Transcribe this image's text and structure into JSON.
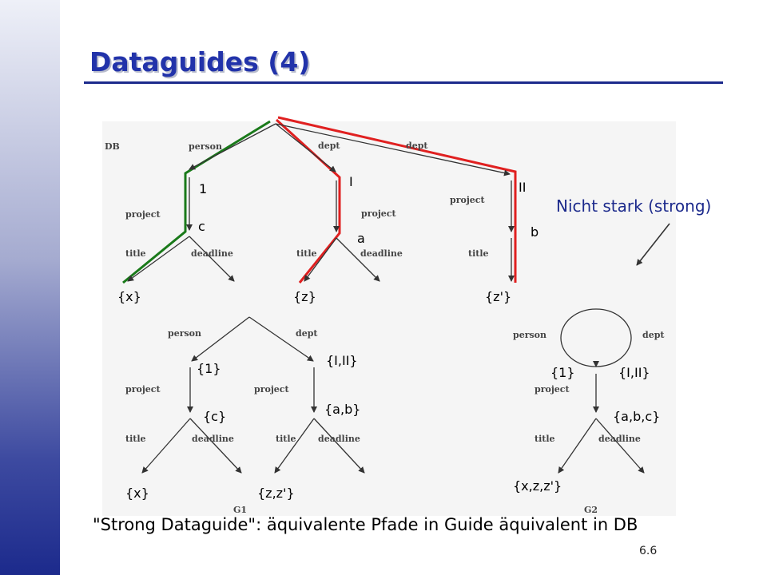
{
  "slide": {
    "title": "Dataguides (4)",
    "caption": "\"Strong Dataguide\": äquivalente Pfade in Guide äquivalent in DB",
    "page_number": "6.6",
    "annotation": "Nicht stark (strong)"
  },
  "db_graph": {
    "root_label": "DB",
    "edge_labels": {
      "person": "person",
      "dept1": "dept",
      "dept2": "dept",
      "project1": "project",
      "project2": "project",
      "project3": "project",
      "title1": "title",
      "deadline1": "deadline",
      "title2": "title",
      "deadline2": "deadline",
      "title3": "title"
    },
    "node_labels": {
      "n1": "1",
      "nI": "I",
      "nII": "II",
      "c": "c",
      "a": "a",
      "b": "b"
    },
    "leaf_values": {
      "x": "{x}",
      "z": "{z}",
      "zp": "{z'}"
    }
  },
  "g1_graph": {
    "footer_label": "G1",
    "edge_labels": {
      "person": "person",
      "dept": "dept",
      "project1": "project",
      "project2": "project",
      "title1": "title",
      "deadline1": "deadline",
      "title2": "title",
      "deadline2": "deadline"
    },
    "node_labels": {
      "s1": "{1}",
      "sI_II": "{I,II}",
      "sc": "{c}",
      "sab": "{a,b}",
      "sx": "{x}",
      "szzp": "{z,z'}"
    }
  },
  "g2_graph": {
    "footer_label": "G2",
    "edge_labels": {
      "person": "person",
      "dept": "dept",
      "project": "project",
      "title": "title",
      "deadline": "deadline"
    },
    "node_labels": {
      "s1": "{1}",
      "sI_II": "{I,II}",
      "sabc": "{a,b,c}",
      "sxzzp": "{x,z,z'}"
    }
  },
  "colors": {
    "title": "#2233aa",
    "green_path": "#1a7a1a",
    "red_path": "#e02020",
    "arrow": "#333333"
  }
}
